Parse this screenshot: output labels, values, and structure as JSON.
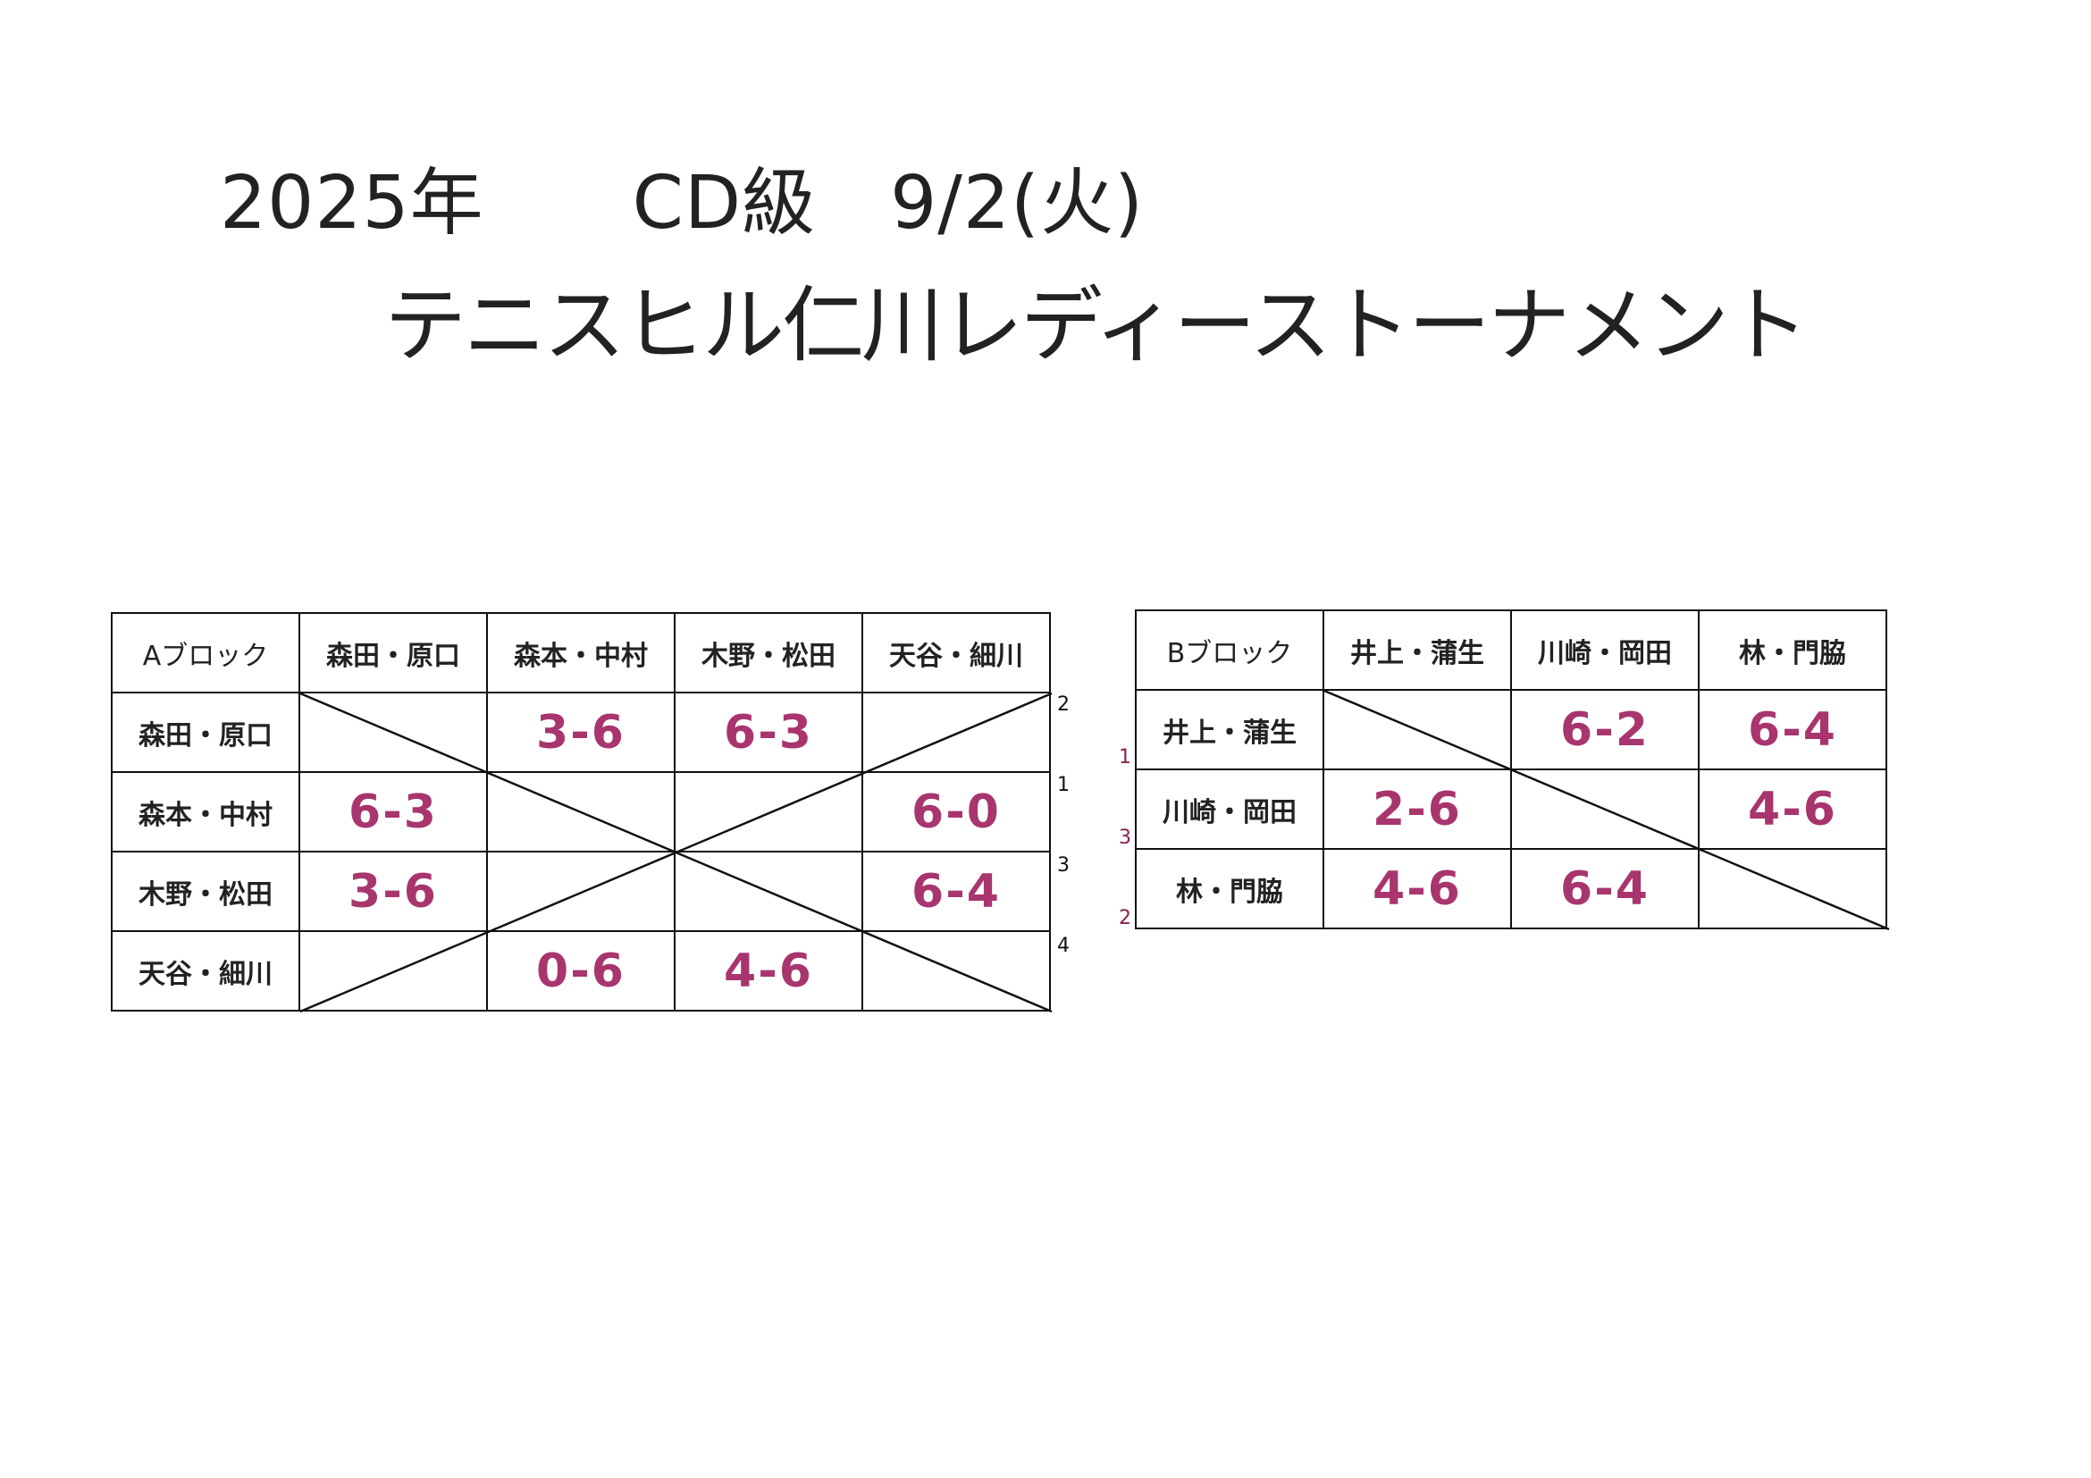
{
  "title": {
    "line1": "2025年　　CD級　9/2(火)",
    "line2": "テニスヒル仁川レディーストーナメント"
  },
  "colors": {
    "score": "#a8356e",
    "rank_b": "#8a1f52",
    "line": "#111111"
  },
  "blockA": {
    "label": "Aブロック",
    "teams": [
      "森田・原口",
      "森本・中村",
      "木野・松田",
      "天谷・細川"
    ],
    "scores": [
      [
        "",
        "3-6",
        "6-3",
        ""
      ],
      [
        "6-3",
        "",
        "",
        "6-0"
      ],
      [
        "3-6",
        "",
        "",
        "6-4"
      ],
      [
        "",
        "0-6",
        "4-6",
        ""
      ]
    ],
    "ranks": [
      "2",
      "1",
      "3",
      "4"
    ]
  },
  "blockB": {
    "label": "Bブロック",
    "teams": [
      "井上・蒲生",
      "川崎・岡田",
      "林・門脇"
    ],
    "scores": [
      [
        "",
        "6-2",
        "6-4"
      ],
      [
        "2-6",
        "",
        "4-6"
      ],
      [
        "4-6",
        "6-4",
        ""
      ]
    ],
    "ranks": [
      "1",
      "3",
      "2"
    ]
  }
}
